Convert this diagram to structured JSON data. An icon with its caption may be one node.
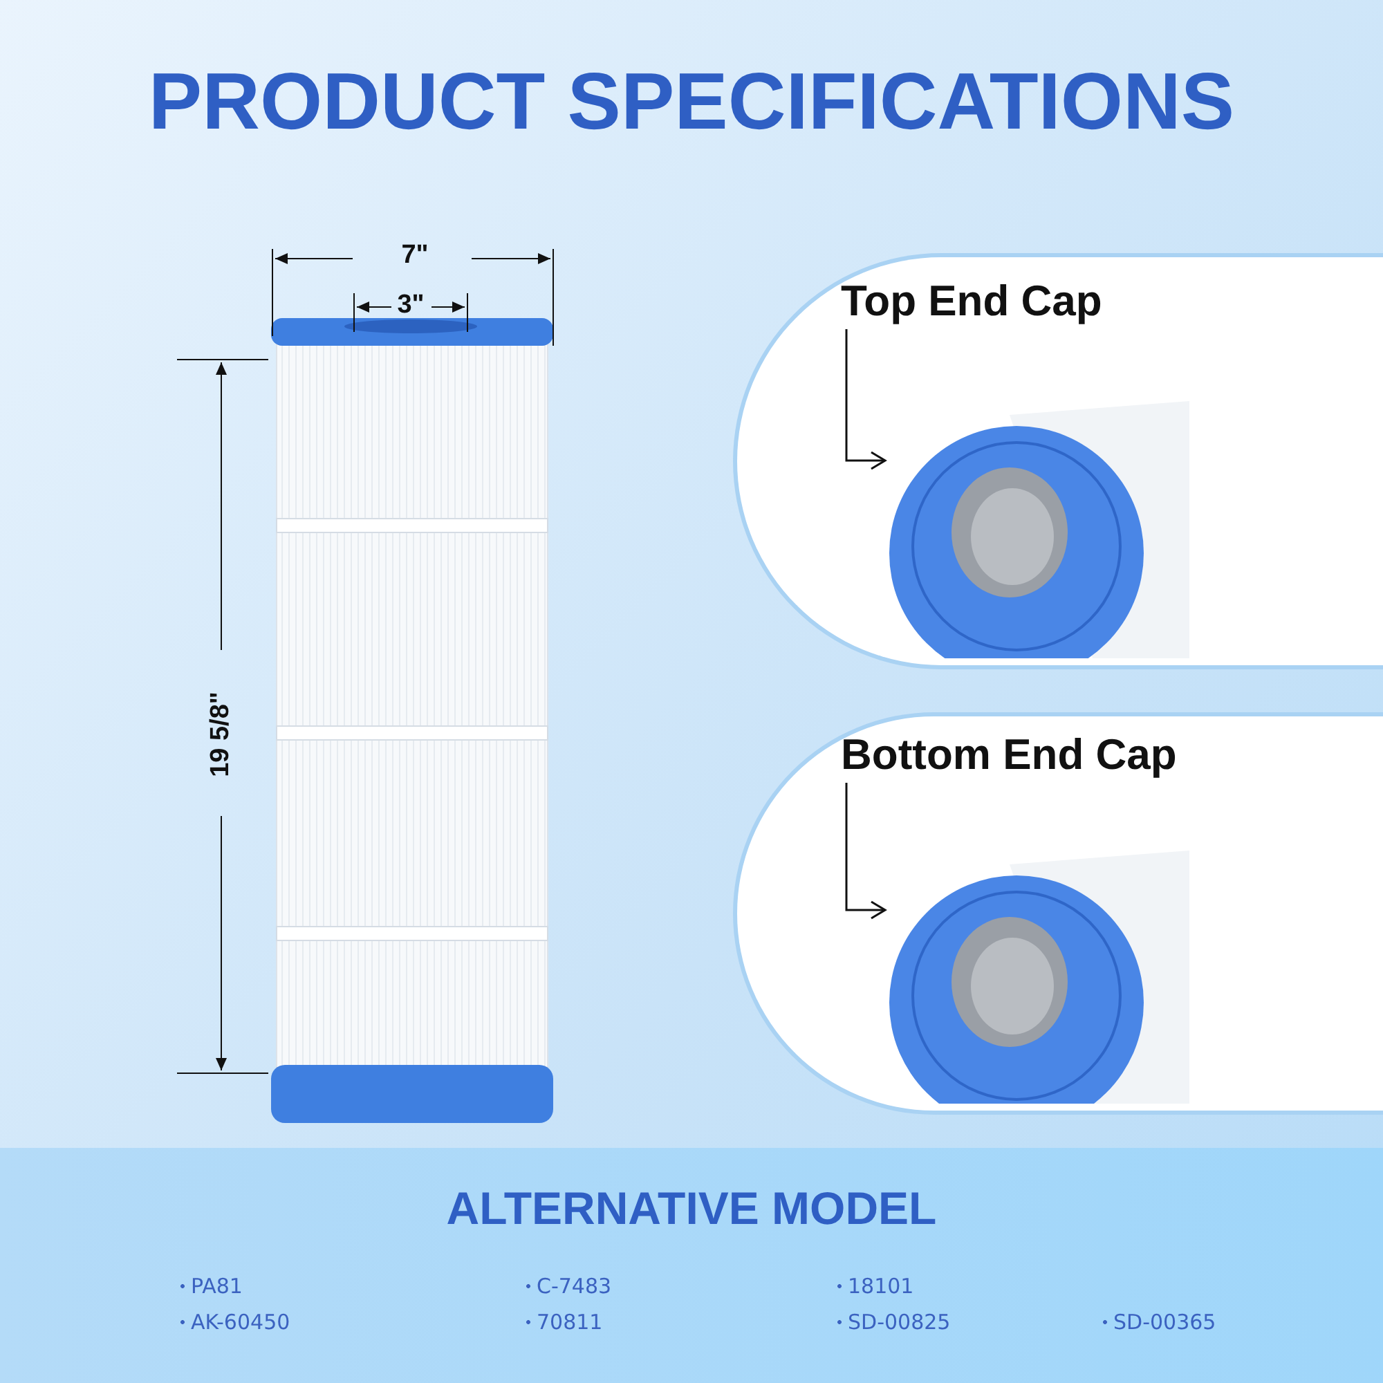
{
  "diagram": {
    "title": "PRODUCT SPECIFICATIONS",
    "nodes": [
      {
        "text": [
          "Top End Cap"
        ]
      },
      {
        "text": [],
        "shape": "picture"
      },
      {
        "text": [
          "Bottom End Cap"
        ]
      },
      {
        "text": [],
        "shape": "picture"
      }
    ],
    "edges": [
      {
        "from": 0,
        "to": 1,
        "arrow": "to"
      },
      {
        "from": 2,
        "to": 3,
        "arrow": "to"
      }
    ],
    "labels": [
      "7\"",
      "3\"",
      "19 5/8\"",
      "ALTERNATIVE MODEL",
      "PA81",
      "C-7483",
      "18101",
      "AK-60450",
      "70811",
      "SD-00825",
      "SD-00365"
    ]
  }
}
